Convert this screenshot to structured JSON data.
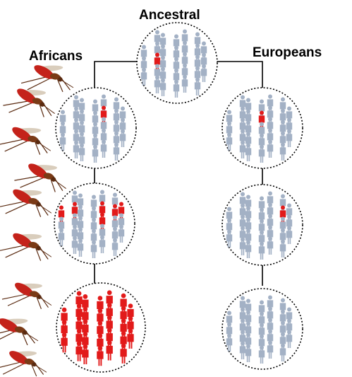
{
  "labels": {
    "ancestral": "Ancestral",
    "africans": "Africans",
    "europeans": "Europeans"
  },
  "colors": {
    "neutral_person": "#a3b1c5",
    "highlight_person": "#e21a1a",
    "connector": "#000000",
    "circle_border": "#000000",
    "mosquito_body": "#7a3a16",
    "mosquito_blood": "#c4221a"
  },
  "icons": {
    "person": "person-icon",
    "mosquito": "mosquito-icon"
  },
  "populations": [
    {
      "id": "ancestral",
      "group": "Ancestral",
      "generation": 0,
      "highlighted_people": 1
    },
    {
      "id": "africans-gen-1",
      "group": "Africans",
      "generation": 1,
      "highlighted_people": 1
    },
    {
      "id": "africans-gen-2",
      "group": "Africans",
      "generation": 2,
      "highlighted_people": 6
    },
    {
      "id": "africans-gen-3",
      "group": "Africans",
      "generation": 3,
      "highlighted_people": "all"
    },
    {
      "id": "europeans-gen-1",
      "group": "Europeans",
      "generation": 1,
      "highlighted_people": 1
    },
    {
      "id": "europeans-gen-2",
      "group": "Europeans",
      "generation": 2,
      "highlighted_people": 1
    },
    {
      "id": "europeans-gen-3",
      "group": "Europeans",
      "generation": 3,
      "highlighted_people": 0
    }
  ]
}
